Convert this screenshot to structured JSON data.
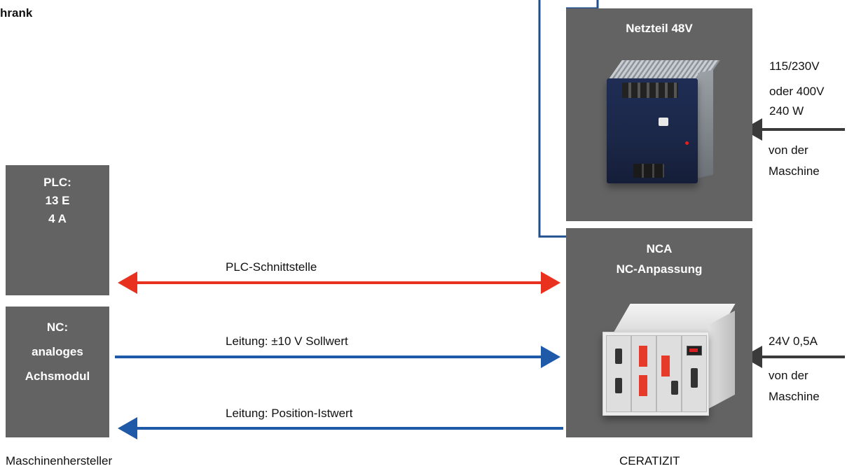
{
  "top_left_fragment": "hrank",
  "left_boxes": {
    "plc": [
      "PLC:",
      "13 E",
      "4 A"
    ],
    "nc": [
      "NC:",
      "analoges",
      "Achsmodul"
    ]
  },
  "right_boxes": {
    "netzteil_title": "Netzteil 48V",
    "nca_title": [
      "NCA",
      "NC-Anpassung"
    ]
  },
  "connections": {
    "plc_interface": "PLC-Schnittstelle",
    "setpoint_line": "Leitung: ±10 V Sollwert",
    "position_line": "Leitung: Position-Istwert",
    "glyph": ""
  },
  "power_inputs": {
    "netzteil_spec": [
      "115/230V",
      "oder 400V",
      "240 W"
    ],
    "netzteil_source": [
      "von der",
      "Maschine"
    ],
    "nca_spec": "24V 0,5A",
    "nca_source": [
      "von der",
      "Maschine"
    ]
  },
  "footer": {
    "left": "Maschinenhersteller",
    "right": "CERATIZIT"
  },
  "colors": {
    "box_fill": "#636363",
    "plc_arrow": "#e8321f",
    "signal_arrow": "#1f5aa8",
    "wire": "#1f4f8f",
    "power_arrow": "#3a3a3a"
  },
  "icons": {
    "netzteil_image": "din-rail-power-supply",
    "nca_image": "nca-controller-unit"
  }
}
